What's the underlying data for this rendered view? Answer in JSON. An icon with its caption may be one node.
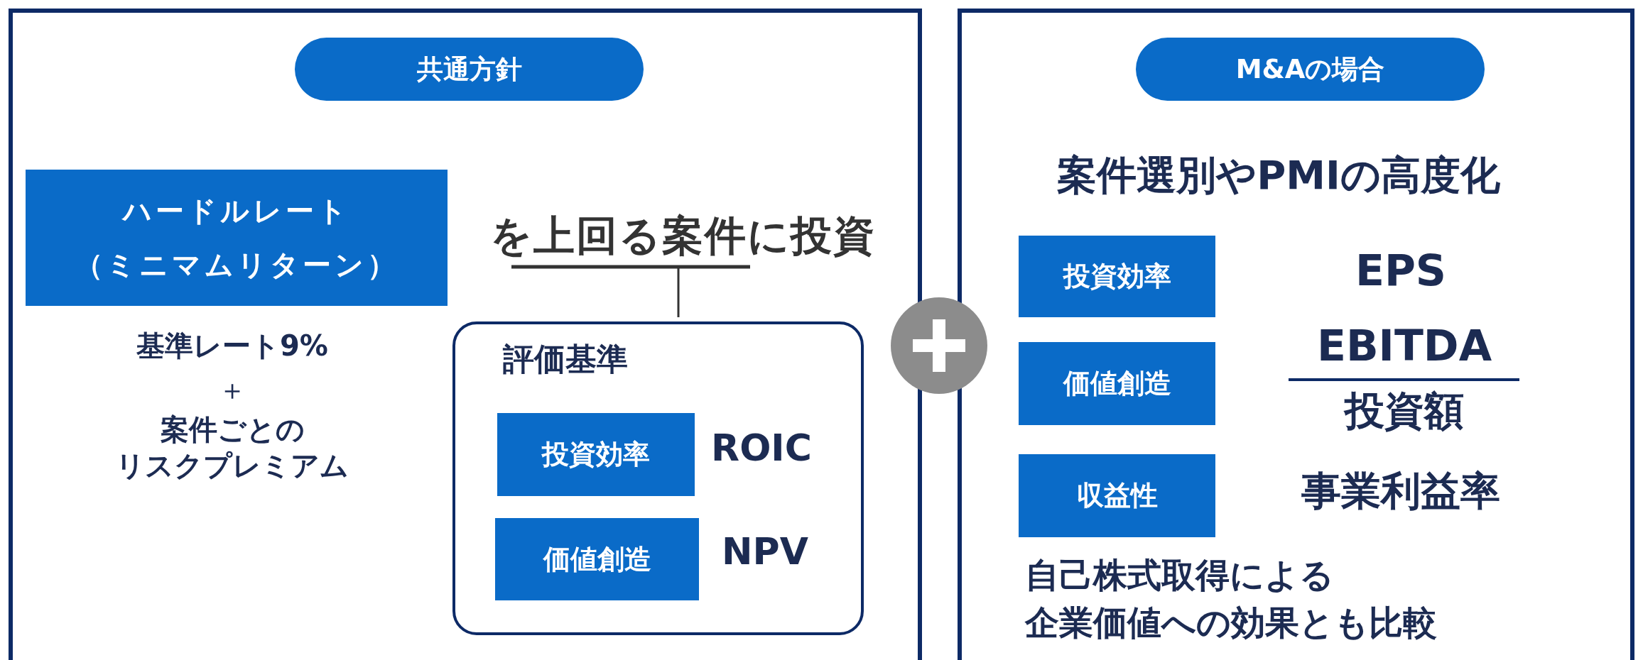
{
  "diagram": {
    "nodes": [
      {
        "text": [],
        "shape": "box"
      },
      {
        "text": [
          "共通方針"
        ],
        "in": 0
      },
      {
        "text": [
          "ハードルレート（ミニマムリターン）"
        ],
        "in": 0
      },
      {
        "text": [
          "を上回る案件に投資"
        ],
        "in": 0
      },
      {
        "text": [
          "評価基準"
        ],
        "in": 0
      },
      {
        "text": [
          "投資効率"
        ],
        "in": 4
      },
      {
        "text": [
          "価値創造"
        ],
        "in": 4
      },
      {
        "text": [],
        "shape": "box"
      },
      {
        "text": [
          "M&Aの場合"
        ],
        "in": 7
      },
      {
        "text": [
          "投資効率"
        ],
        "in": 7
      },
      {
        "text": [
          "価値創造"
        ],
        "in": 7
      },
      {
        "text": [
          "収益性"
        ],
        "in": 7
      }
    ],
    "edges": [
      {
        "from": 3,
        "to": 4,
        "arrow": "none"
      }
    ],
    "labels": [
      "基準レート9%",
      "＋",
      "案件ごとの",
      "リスクプレミアム",
      "ROIC",
      "NPV",
      "案件選別やPMIの高度化",
      "EPS",
      "EBITDA",
      "投資額",
      "事業利益率",
      "自己株式取得による",
      "企業価値への効果とも比較"
    ]
  }
}
